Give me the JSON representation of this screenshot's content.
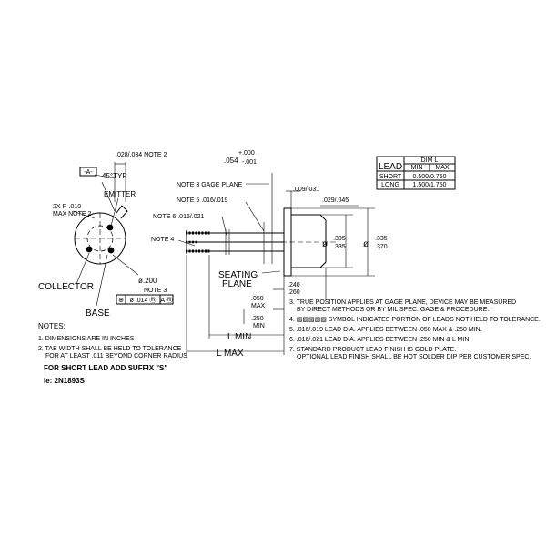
{
  "top_view": {
    "tab_width": ".028/.034 NOTE 2",
    "datum": "-A-",
    "tab_angle": "45°TYP",
    "radius": "2X R .010",
    "radius_note": "MAX NOTE 2",
    "emitter": "EMITTER",
    "collector": "COLLECTOR",
    "base": "BASE",
    "bolt_circle": "ø.200",
    "note3": "NOTE 3",
    "tol_frame": [
      "⊕",
      "ø .014 ⓜ",
      "A ⓜ"
    ]
  },
  "side_view": {
    "tab_len_top": "+.000",
    "tab_len_main": ".054",
    "tab_len_bot": "-.001",
    "note3_gage": "NOTE 3 GAGE PLANE",
    "note5": "NOTE 5 .016/.019",
    "note6": "NOTE 6 .016/.021",
    "note4": "NOTE 4",
    "flange": ".009/.031",
    "cap_height": ".029/.045",
    "body_dia": [
      ".305",
      ".335"
    ],
    "flange_dia": [
      ".335",
      ".370"
    ],
    "dia_symbol": "ø",
    "seating": [
      "SEATING",
      "PLANE"
    ],
    "height": [
      ".240",
      ".260"
    ],
    "dim_050": [
      ".050",
      "MAX"
    ],
    "dim_250": [
      ".250",
      "MIN"
    ],
    "l_min": "L MIN",
    "l_max": "L MAX"
  },
  "lead_table": {
    "title": "LEAD",
    "col_header": "DIM L",
    "sub_headers": [
      "MIN",
      "MAX"
    ],
    "rows": [
      {
        "name": "SHORT",
        "value": "0.500/0.750"
      },
      {
        "name": "LONG",
        "value": "1.500/1.750"
      }
    ]
  },
  "right_notes": [
    "3. TRUE POSITION APPLIES AT GAGE PLANE, DEVICE MAY BE MEASURED",
    "BY DIRECT METHODS OR BY MIL SPEC. GAGE & PROCEDURE.",
    "4. ▨▨▨▨▨ SYMBOL INDICATES PORTION OF LEADS NOT HELD TO TOLERANCE.",
    "5. .016/.019 LEAD DIA. APPLIES BETWEEN .050 MAX & .250 MIN.",
    "6. .016/.021 LEAD DIA. APPLIES BETWEEN .250 MIN & L MIN.",
    "7. STANDARD PRODUCT LEAD FINISH IS GOLD PLATE.",
    "OPTIONAL LEAD FINISH SHALL BE HOT SOLDER DIP PER CUSTOMER SPEC."
  ],
  "left_notes": {
    "heading": "NOTES:",
    "items": [
      "1. DIMENSIONS ARE IN INCHES",
      "2. TAB WIDTH SHALL BE HELD TO TOLERANCE",
      "FOR AT LEAST .011 BEYOND CORNER RADIUS"
    ]
  },
  "suffix": {
    "line1": "FOR SHORT LEAD ADD SUFFIX \"S\"",
    "line2": "ie: 2N1893S"
  }
}
